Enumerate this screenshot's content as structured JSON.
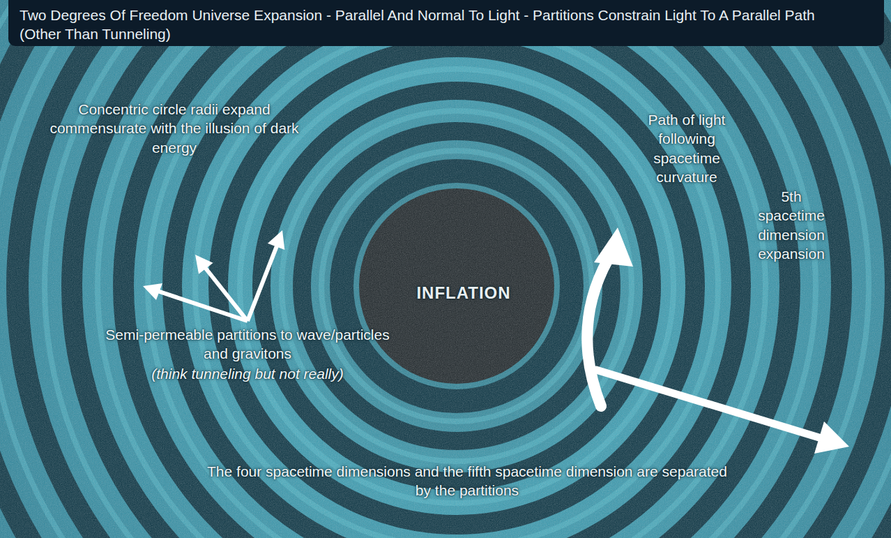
{
  "diagram": {
    "title": "Two Degrees Of Freedom Universe Expansion - Parallel And Normal To Light - Partitions Constrain Light To A Parallel Path (Other Than Tunneling)",
    "labels": [
      "Concentric circle radii expand commensurate with the illusion of dark energy",
      "Path of light following spacetime curvature",
      "INFLATION",
      "5th spacetime dimension expansion",
      "Semi-permeable partitions to wave/particles and gravitons",
      "(think tunneling but not really)",
      "The four spacetime dimensions and the fifth spacetime dimension are separated by the partitions"
    ]
  }
}
